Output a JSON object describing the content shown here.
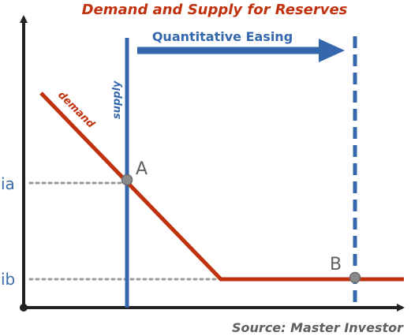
{
  "title": "Demand and Supply for Reserves",
  "arrow_label": "Quantitative Easing",
  "supply_label": "supply",
  "demand_label": "demand",
  "y_labels": {
    "ia": "ia",
    "ib": "ib"
  },
  "point_labels": {
    "a": "A",
    "b": "B"
  },
  "source": "Source: Master Investor",
  "colors": {
    "title": "#c0310e",
    "demand": "#c0310e",
    "supply": "#3467ac",
    "axis": "#222222",
    "dotted": "#9a9a9a",
    "point": "#8a8a8a",
    "label_blue": "#3a6aa8",
    "label_gray": "#5f5f5f"
  }
}
